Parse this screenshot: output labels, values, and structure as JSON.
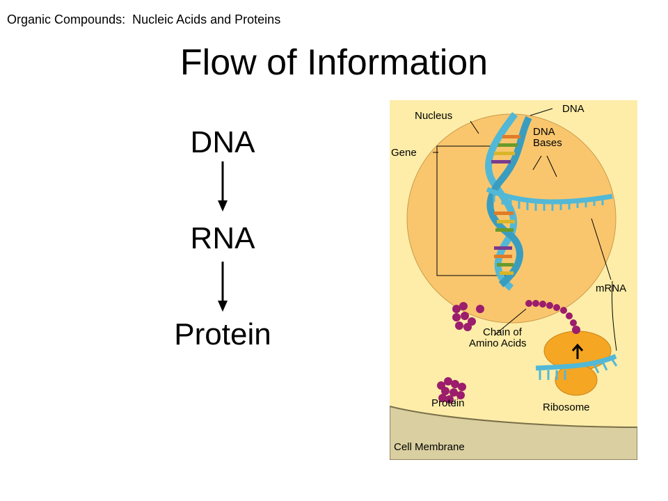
{
  "header": "Organic Compounds:  Nucleic Acids and Proteins",
  "title": "Flow of Information",
  "flow": {
    "steps": [
      "DNA",
      "RNA",
      "Protein"
    ]
  },
  "figure": {
    "labels": {
      "nucleus": "Nucleus",
      "dna": "DNA",
      "dna_bases_line1": "DNA",
      "dna_bases_line2": "Bases",
      "gene": "Gene",
      "mrna": "mRNA",
      "chain_line1": "Chain of",
      "chain_line2": "Amino Acids",
      "protein": "Protein",
      "ribosome": "Ribosome",
      "cell_membrane": "Cell Membrane"
    },
    "colors": {
      "cytoplasm": "#FDEDA8",
      "nucleus": "#F9C66E",
      "membrane": "#D9CFA0",
      "dna_strand": "#52B8D6",
      "ribosome": "#F5A623",
      "amino_acid": "#9B1D6B"
    }
  }
}
